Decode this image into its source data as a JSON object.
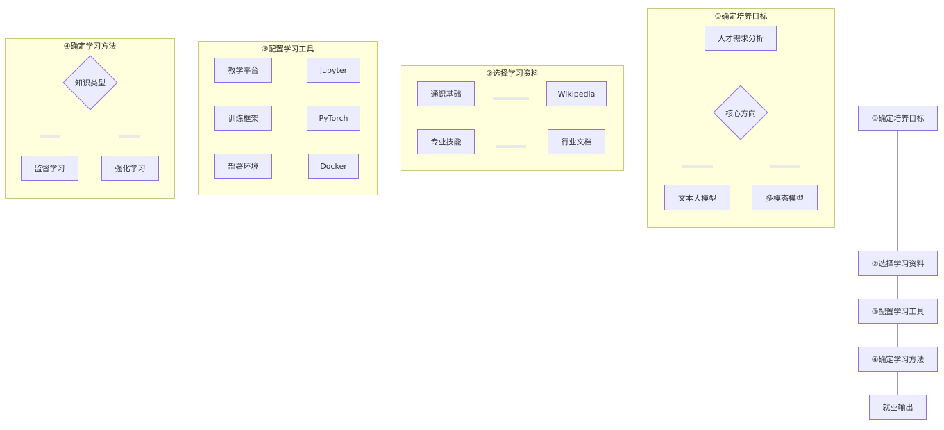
{
  "clusters": {
    "c4": {
      "title": "④确定学习方法",
      "decision": "知识类型",
      "left": "监督学习",
      "right": "强化学习"
    },
    "c3": {
      "title": "③配置学习工具",
      "rows": [
        {
          "a": "教学平台",
          "b": "Jupyter"
        },
        {
          "a": "训练框架",
          "b": "PyTorch"
        },
        {
          "a": "部署环境",
          "b": "Docker"
        }
      ]
    },
    "c2": {
      "title": "②选择学习资料",
      "rows": [
        {
          "a": "通识基础",
          "b": "Wikipedia"
        },
        {
          "a": "专业技能",
          "b": "行业文档"
        }
      ]
    },
    "c1": {
      "title": "①确定培养目标",
      "top": "人才需求分析",
      "decision": "核心方向",
      "left": "文本大模型",
      "right": "多模态模型"
    }
  },
  "flow": [
    "①确定培养目标",
    "②选择学习资料",
    "③配置学习工具",
    "④确定学习方法",
    "就业输出"
  ],
  "colors": {
    "node_fill": "#ececff",
    "node_stroke": "#9370db",
    "cluster_fill": "#ffffde",
    "cluster_stroke": "#c9c97a"
  }
}
